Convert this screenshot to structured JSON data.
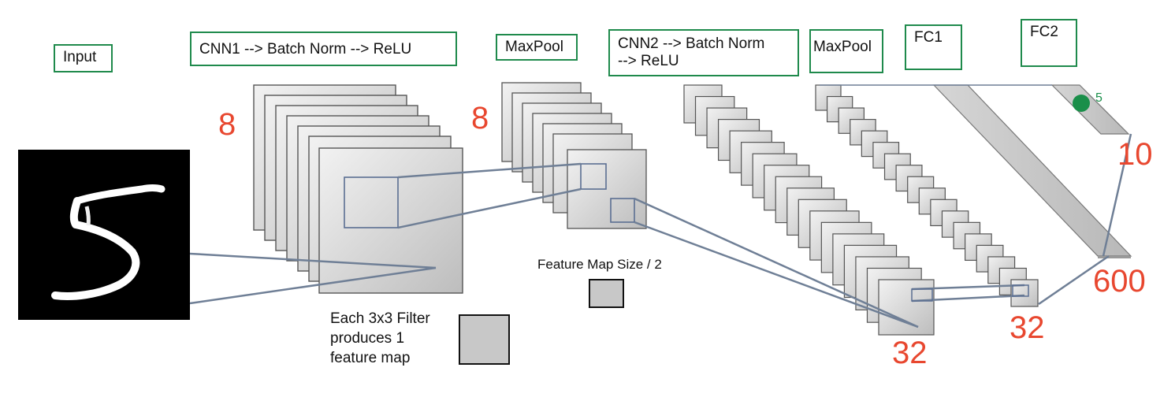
{
  "labels": {
    "input": "Input",
    "cnn1": "CNN1 --> Batch Norm --> ReLU",
    "maxpool1": "MaxPool",
    "cnn2_line1": "CNN2 --> Batch Norm",
    "cnn2_line2": "--> ReLU",
    "maxpool2": "MaxPool",
    "fc1": "FC1",
    "fc2": "FC2"
  },
  "counts": {
    "cnn1_maps": "8",
    "maxpool1_maps": "8",
    "cnn2_maps": "32",
    "maxpool2_maps": "32",
    "fc1_units": "600",
    "fc2_units": "10",
    "highlighted_output": "5"
  },
  "notes": {
    "feature_map_size": "Feature Map Size / 2",
    "filter_line1": "Each 3x3 Filter",
    "filter_line2": "produces 1",
    "filter_line3": "feature map"
  },
  "colors": {
    "label_border": "#1f8a4c",
    "count_text": "#e8472f",
    "highlight_dot": "#1a8f4a",
    "connector": "#6f7f96"
  }
}
